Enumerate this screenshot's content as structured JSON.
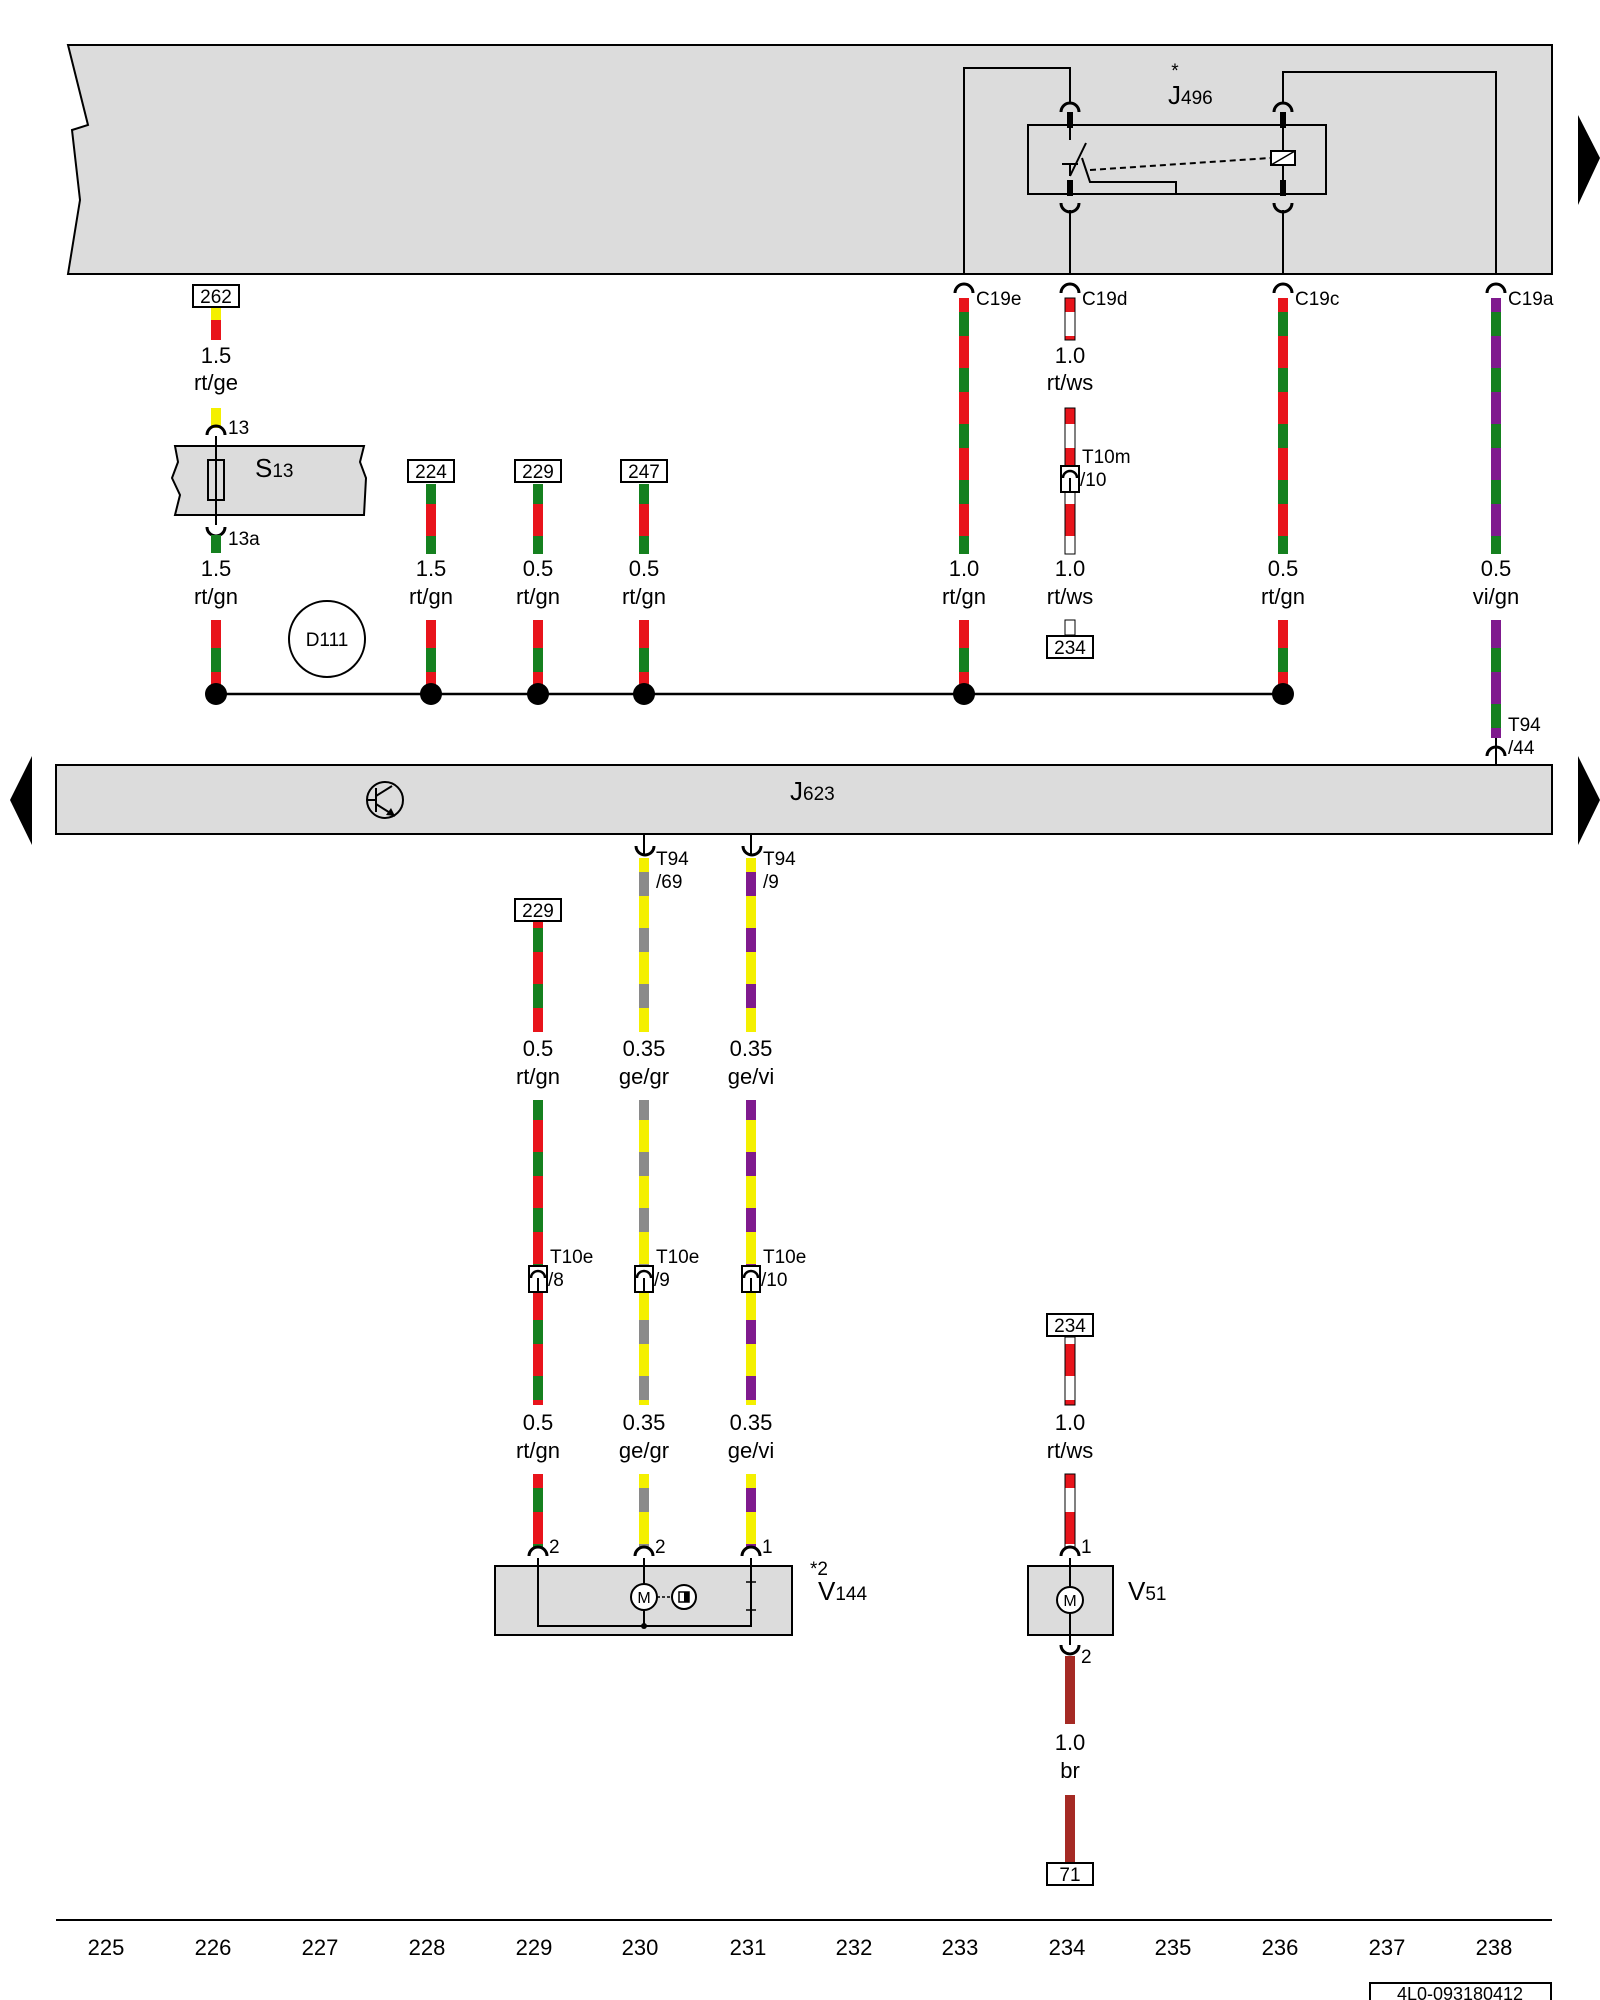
{
  "components": {
    "j496": {
      "label": "J",
      "sub": "496",
      "note": "*"
    },
    "j623": {
      "label": "J",
      "sub": "623"
    },
    "s13": {
      "label": "S",
      "sub": "13"
    },
    "v144": {
      "label": "V",
      "sub": "144",
      "note": "*2"
    },
    "v51": {
      "label": "V",
      "sub": "51"
    },
    "d111": {
      "label": "D111"
    },
    "motor_symbol": "M"
  },
  "ref_boxes": [
    {
      "id": "ref-262-top",
      "text": "262"
    },
    {
      "id": "ref-224",
      "text": "224"
    },
    {
      "id": "ref-229-top",
      "text": "229"
    },
    {
      "id": "ref-247",
      "text": "247"
    },
    {
      "id": "ref-234-upper",
      "text": "234"
    },
    {
      "id": "ref-229-lower",
      "text": "229"
    },
    {
      "id": "ref-234-lower",
      "text": "234"
    },
    {
      "id": "ref-71",
      "text": "71"
    }
  ],
  "wire_labels": [
    {
      "id": "w1",
      "size": "1.5",
      "color": "rt/ge"
    },
    {
      "id": "w2",
      "size": "1.0",
      "color": "rt/ws"
    },
    {
      "id": "w3",
      "size": "1.5",
      "color": "rt/gn"
    },
    {
      "id": "w4",
      "size": "1.5",
      "color": "rt/gn"
    },
    {
      "id": "w5",
      "size": "0.5",
      "color": "rt/gn"
    },
    {
      "id": "w6",
      "size": "0.5",
      "color": "rt/gn"
    },
    {
      "id": "w7",
      "size": "1.0",
      "color": "rt/gn"
    },
    {
      "id": "w8",
      "size": "1.0",
      "color": "rt/ws"
    },
    {
      "id": "w9",
      "size": "0.5",
      "color": "rt/gn"
    },
    {
      "id": "w10",
      "size": "0.5",
      "color": "vi/gn"
    },
    {
      "id": "w11",
      "size": "0.5",
      "color": "rt/gn"
    },
    {
      "id": "w12",
      "size": "0.35",
      "color": "ge/gr"
    },
    {
      "id": "w13",
      "size": "0.35",
      "color": "ge/vi"
    },
    {
      "id": "w14",
      "size": "0.5",
      "color": "rt/gn"
    },
    {
      "id": "w15",
      "size": "0.35",
      "color": "ge/gr"
    },
    {
      "id": "w16",
      "size": "0.35",
      "color": "ge/vi"
    },
    {
      "id": "w17",
      "size": "1.0",
      "color": "rt/ws"
    },
    {
      "id": "w18",
      "size": "1.0",
      "color": "br"
    }
  ],
  "pins": {
    "s13_in": "13",
    "s13_out": "13a",
    "c19e": "C19e",
    "c19d": "C19d",
    "c19c": "C19c",
    "c19a": "C19a",
    "t10m": "T10m",
    "t10m_pin": "/10",
    "t94_44": "T94",
    "t94_44_pin": "/44",
    "t94_69": "T94",
    "t94_69_pin": "/69",
    "t94_9": "T94",
    "t94_9_pin": "/9",
    "t10e_8": "T10e",
    "t10e_8_pin": "/8",
    "t10e_9": "T10e",
    "t10e_9_pin": "/9",
    "t10e_10": "T10e",
    "t10e_10_pin": "/10",
    "v144_p1": "2",
    "v144_p2": "2",
    "v144_p3": "1",
    "v51_p1": "1",
    "v51_p2": "2"
  },
  "column_numbers": [
    "225",
    "226",
    "227",
    "228",
    "229",
    "230",
    "231",
    "232",
    "233",
    "234",
    "235",
    "236",
    "237",
    "238"
  ],
  "footer_code": "4L0-093180412",
  "colors": {
    "rt": "#e8141b",
    "gn": "#15801f",
    "ge": "#f4f000",
    "ws": "#ffffff",
    "gr": "#8a8a8a",
    "vi": "#7f1a8e",
    "br": "#a52a24",
    "panel": "#dcdcdc"
  }
}
